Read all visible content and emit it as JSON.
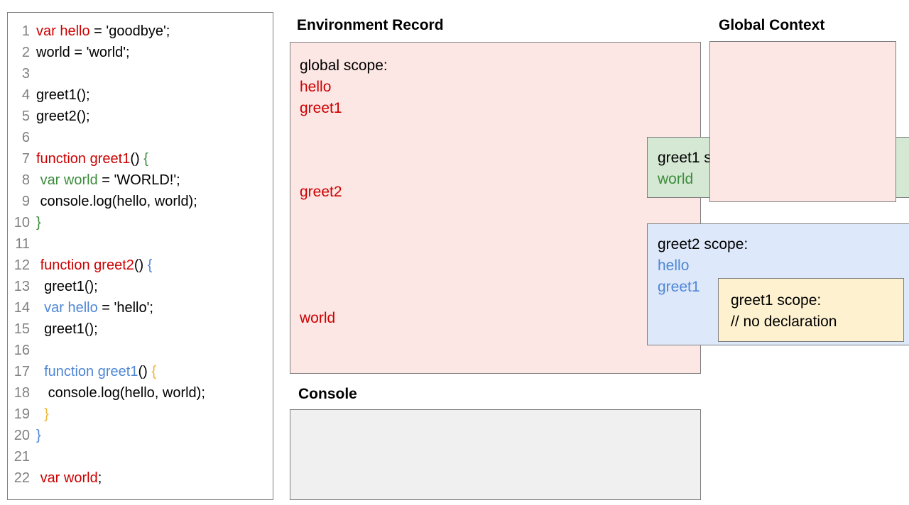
{
  "code_panel": {
    "name": "source-code",
    "lines": [
      {
        "num": "1",
        "tokens": [
          {
            "t": "var hello",
            "c": "red"
          },
          {
            "t": " = 'goodbye';",
            "c": "black"
          }
        ]
      },
      {
        "num": "2",
        "tokens": [
          {
            "t": "world = 'world';",
            "c": "black"
          }
        ]
      },
      {
        "num": "3",
        "tokens": [
          {
            "t": "",
            "c": "black"
          }
        ]
      },
      {
        "num": "4",
        "tokens": [
          {
            "t": "greet1();",
            "c": "black"
          }
        ]
      },
      {
        "num": "5",
        "tokens": [
          {
            "t": "greet2();",
            "c": "black"
          }
        ]
      },
      {
        "num": "6",
        "tokens": [
          {
            "t": "",
            "c": "black"
          }
        ]
      },
      {
        "num": "7",
        "tokens": [
          {
            "t": "function greet1",
            "c": "red"
          },
          {
            "t": "() ",
            "c": "black"
          },
          {
            "t": "{",
            "c": "green"
          }
        ]
      },
      {
        "num": "8",
        "tokens": [
          {
            "t": " ",
            "c": "black"
          },
          {
            "t": "var world",
            "c": "green"
          },
          {
            "t": " = 'WORLD!';",
            "c": "black"
          }
        ]
      },
      {
        "num": "9",
        "tokens": [
          {
            "t": " console.log(hello, world);",
            "c": "black"
          }
        ]
      },
      {
        "num": "10",
        "tokens": [
          {
            "t": "}",
            "c": "green"
          }
        ]
      },
      {
        "num": "11",
        "tokens": [
          {
            "t": "",
            "c": "black"
          }
        ]
      },
      {
        "num": "12",
        "tokens": [
          {
            "t": " ",
            "c": "black"
          },
          {
            "t": "function greet2",
            "c": "red"
          },
          {
            "t": "() ",
            "c": "black"
          },
          {
            "t": "{",
            "c": "blue"
          }
        ]
      },
      {
        "num": "13",
        "tokens": [
          {
            "t": "  greet1();",
            "c": "black"
          }
        ]
      },
      {
        "num": "14",
        "tokens": [
          {
            "t": "  ",
            "c": "black"
          },
          {
            "t": "var hello",
            "c": "blue"
          },
          {
            "t": " = 'hello';",
            "c": "black"
          }
        ]
      },
      {
        "num": "15",
        "tokens": [
          {
            "t": "  greet1();",
            "c": "black"
          }
        ]
      },
      {
        "num": "16",
        "tokens": [
          {
            "t": "",
            "c": "black"
          }
        ]
      },
      {
        "num": "17",
        "tokens": [
          {
            "t": "  ",
            "c": "black"
          },
          {
            "t": "function greet1",
            "c": "blue"
          },
          {
            "t": "() ",
            "c": "black"
          },
          {
            "t": "{",
            "c": "yellow"
          }
        ]
      },
      {
        "num": "18",
        "tokens": [
          {
            "t": "   console.log(hello, world);",
            "c": "black"
          }
        ]
      },
      {
        "num": "19",
        "tokens": [
          {
            "t": "  ",
            "c": "black"
          },
          {
            "t": "}",
            "c": "yellow"
          }
        ]
      },
      {
        "num": "20",
        "tokens": [
          {
            "t": "}",
            "c": "blue"
          }
        ]
      },
      {
        "num": "21",
        "tokens": [
          {
            "t": "",
            "c": "black"
          }
        ]
      },
      {
        "num": "22",
        "tokens": [
          {
            "t": " ",
            "c": "black"
          },
          {
            "t": "var world",
            "c": "red"
          },
          {
            "t": ";",
            "c": "black"
          }
        ]
      }
    ]
  },
  "environment_record": {
    "title": "Environment Record",
    "global_scope": {
      "heading": "global scope:",
      "vars": [
        "hello",
        "greet1",
        "greet2",
        "world"
      ]
    },
    "greet1_scope": {
      "heading": "greet1 scope:",
      "vars": [
        "world"
      ]
    },
    "greet2_scope": {
      "heading": "greet2 scope:",
      "vars": [
        "hello",
        "greet1"
      ]
    },
    "greet1_inner_scope": {
      "heading": "greet1 scope:",
      "note": "// no declaration"
    }
  },
  "console": {
    "title": "Console",
    "output": ""
  },
  "global_context": {
    "title": "Global Context",
    "content": ""
  },
  "colors": {
    "red": "#cc0000",
    "green": "#3c8c3c",
    "blue": "#4d86d4",
    "yellow": "#ecb73b",
    "pink_bg": "#fce7e5",
    "green_bg": "#d5e8d4",
    "blue_bg": "#dde8fa",
    "yellow_bg": "#fdf1cf",
    "console_bg": "#f0f0f0",
    "border": "#7f7f7f",
    "line_number": "#808080"
  }
}
